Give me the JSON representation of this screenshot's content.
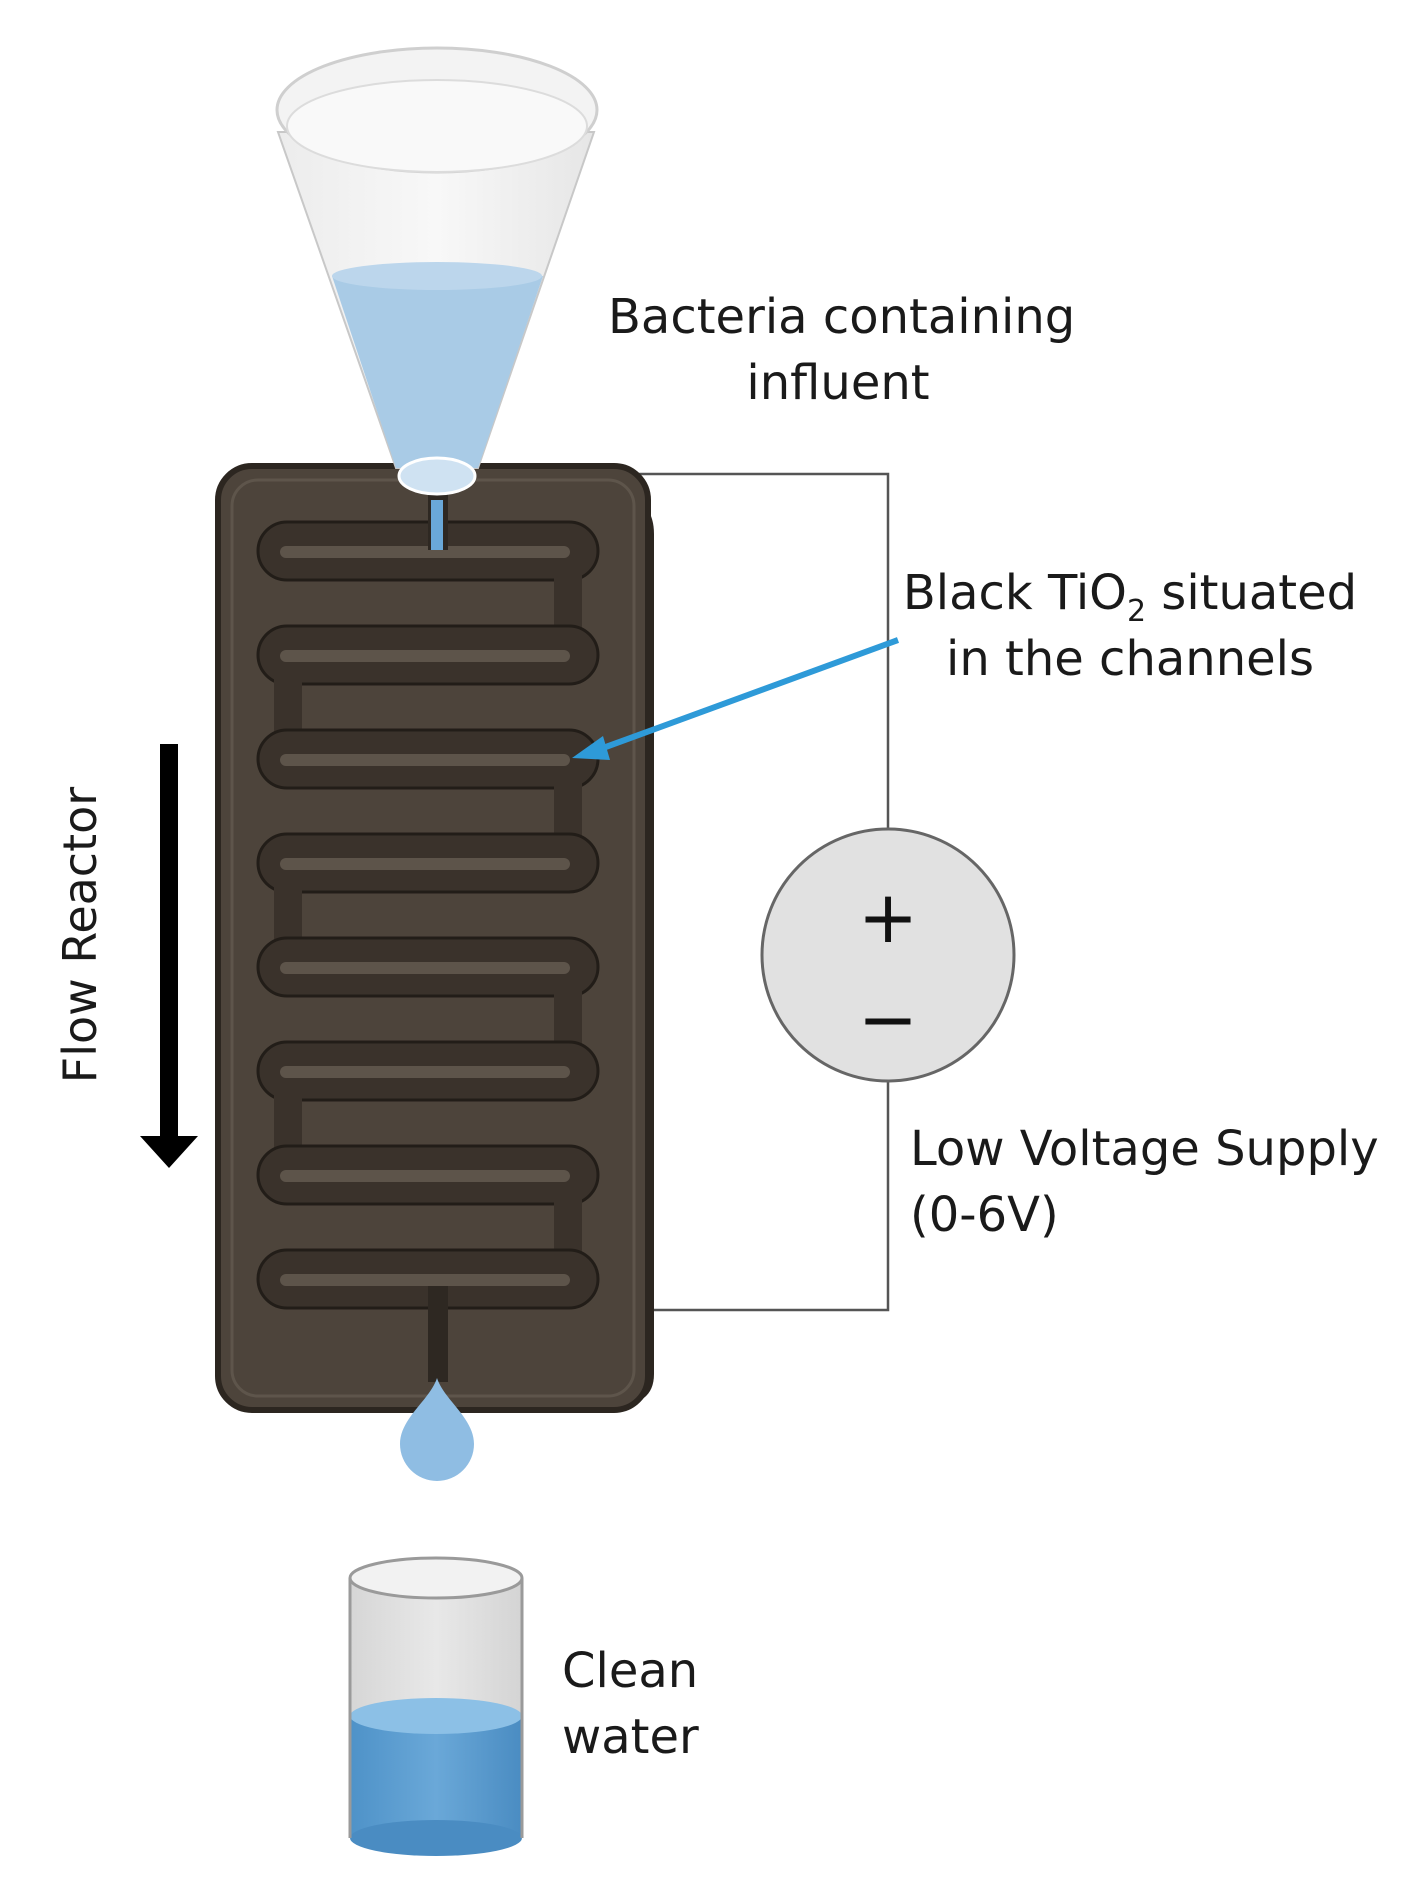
{
  "labels": {
    "influent_line1": "Bacteria containing",
    "influent_line2": "influent",
    "tio2_line1_before": "Black TiO",
    "tio2_subscript": "2",
    "tio2_line1_after": " situated",
    "tio2_line2": "in the channels",
    "flow": "Flow Reactor",
    "supply_line1": "Low Voltage Supply",
    "supply_line2": "(0-6V)",
    "clean_line1": "Clean",
    "clean_line2": "water",
    "plus_symbol": "+",
    "minus_symbol": "−"
  },
  "colors": {
    "reactor_body": "#4d443b",
    "reactor_edge": "#2c2620",
    "channel": "#3a322b",
    "water": "#a9cbe6",
    "water_dark": "#5a9fd0",
    "annotation_arrow": "#2e9ad8",
    "supply_fill": "#e1e1e1"
  },
  "diagram": {
    "channel_count": 8
  }
}
